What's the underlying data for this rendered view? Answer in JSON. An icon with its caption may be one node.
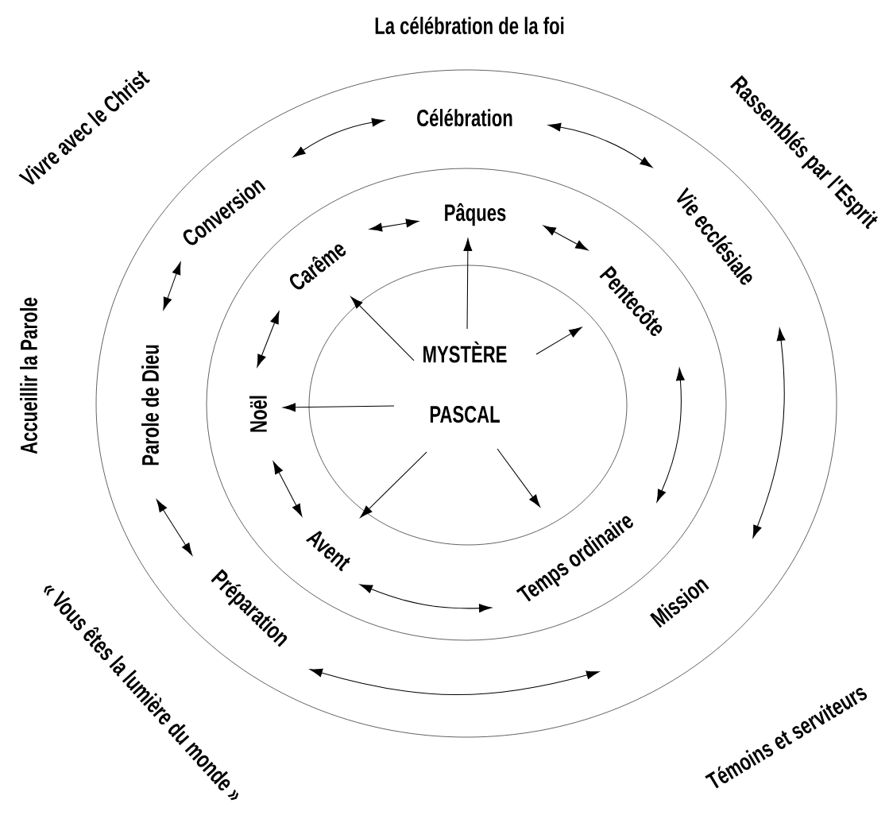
{
  "diagram": {
    "nodes": [
      {
        "text": [],
        "shape": "ellipse"
      },
      {
        "text": [],
        "shape": "ellipse",
        "in": 0
      },
      {
        "text": [
          "MYSTÈRE PASCAL"
        ],
        "in": 1
      },
      {
        "text": [
          "Célébration"
        ],
        "in": 0
      },
      {
        "text": [
          "Vie ecclésiale"
        ],
        "in": 0
      },
      {
        "text": [
          "Mission"
        ],
        "in": 0
      },
      {
        "text": [
          "Préparation"
        ],
        "in": 0
      },
      {
        "text": [
          "Parole de Dieu"
        ],
        "in": 0
      },
      {
        "text": [
          "Conversion"
        ],
        "in": 0
      },
      {
        "text": [
          "Pâques"
        ],
        "in": 1
      },
      {
        "text": [
          "Pentecôte"
        ],
        "in": 1
      },
      {
        "text": [
          "Temps ordinaire"
        ],
        "in": 1
      },
      {
        "text": [
          "Avent"
        ],
        "in": 1
      },
      {
        "text": [
          "Noël"
        ],
        "in": 1
      },
      {
        "text": [
          "Carême"
        ],
        "in": 1
      }
    ],
    "edges": [
      {
        "from": 2,
        "to": 9,
        "arrow": "to"
      },
      {
        "from": 2,
        "to": 10,
        "arrow": "to"
      },
      {
        "from": 2,
        "to": 11,
        "arrow": "to"
      },
      {
        "from": 2,
        "to": 12,
        "arrow": "to"
      },
      {
        "from": 2,
        "to": 13,
        "arrow": "to"
      },
      {
        "from": 2,
        "to": 14,
        "arrow": "to"
      },
      {
        "from": 9,
        "to": 10,
        "arrow": "both"
      },
      {
        "from": 10,
        "to": 11,
        "arrow": "both"
      },
      {
        "from": 11,
        "to": 12,
        "arrow": "both"
      },
      {
        "from": 12,
        "to": 13,
        "arrow": "both"
      },
      {
        "from": 13,
        "to": 14,
        "arrow": "both"
      },
      {
        "from": 14,
        "to": 9,
        "arrow": "both"
      },
      {
        "from": 3,
        "to": 4,
        "arrow": "both"
      },
      {
        "from": 4,
        "to": 5,
        "arrow": "both"
      },
      {
        "from": 5,
        "to": 6,
        "arrow": "both"
      },
      {
        "from": 6,
        "to": 7,
        "arrow": "both"
      },
      {
        "from": 7,
        "to": 8,
        "arrow": "both"
      },
      {
        "from": 8,
        "to": 3,
        "arrow": "both"
      }
    ],
    "labels": [
      "La célébration de la foi",
      "Vivre avec le Christ",
      "Rassemblés par l'Esprit",
      "Accueillir la Parole",
      "« Vous êtes la lumière du monde »",
      "Témoins et serviteurs"
    ]
  }
}
